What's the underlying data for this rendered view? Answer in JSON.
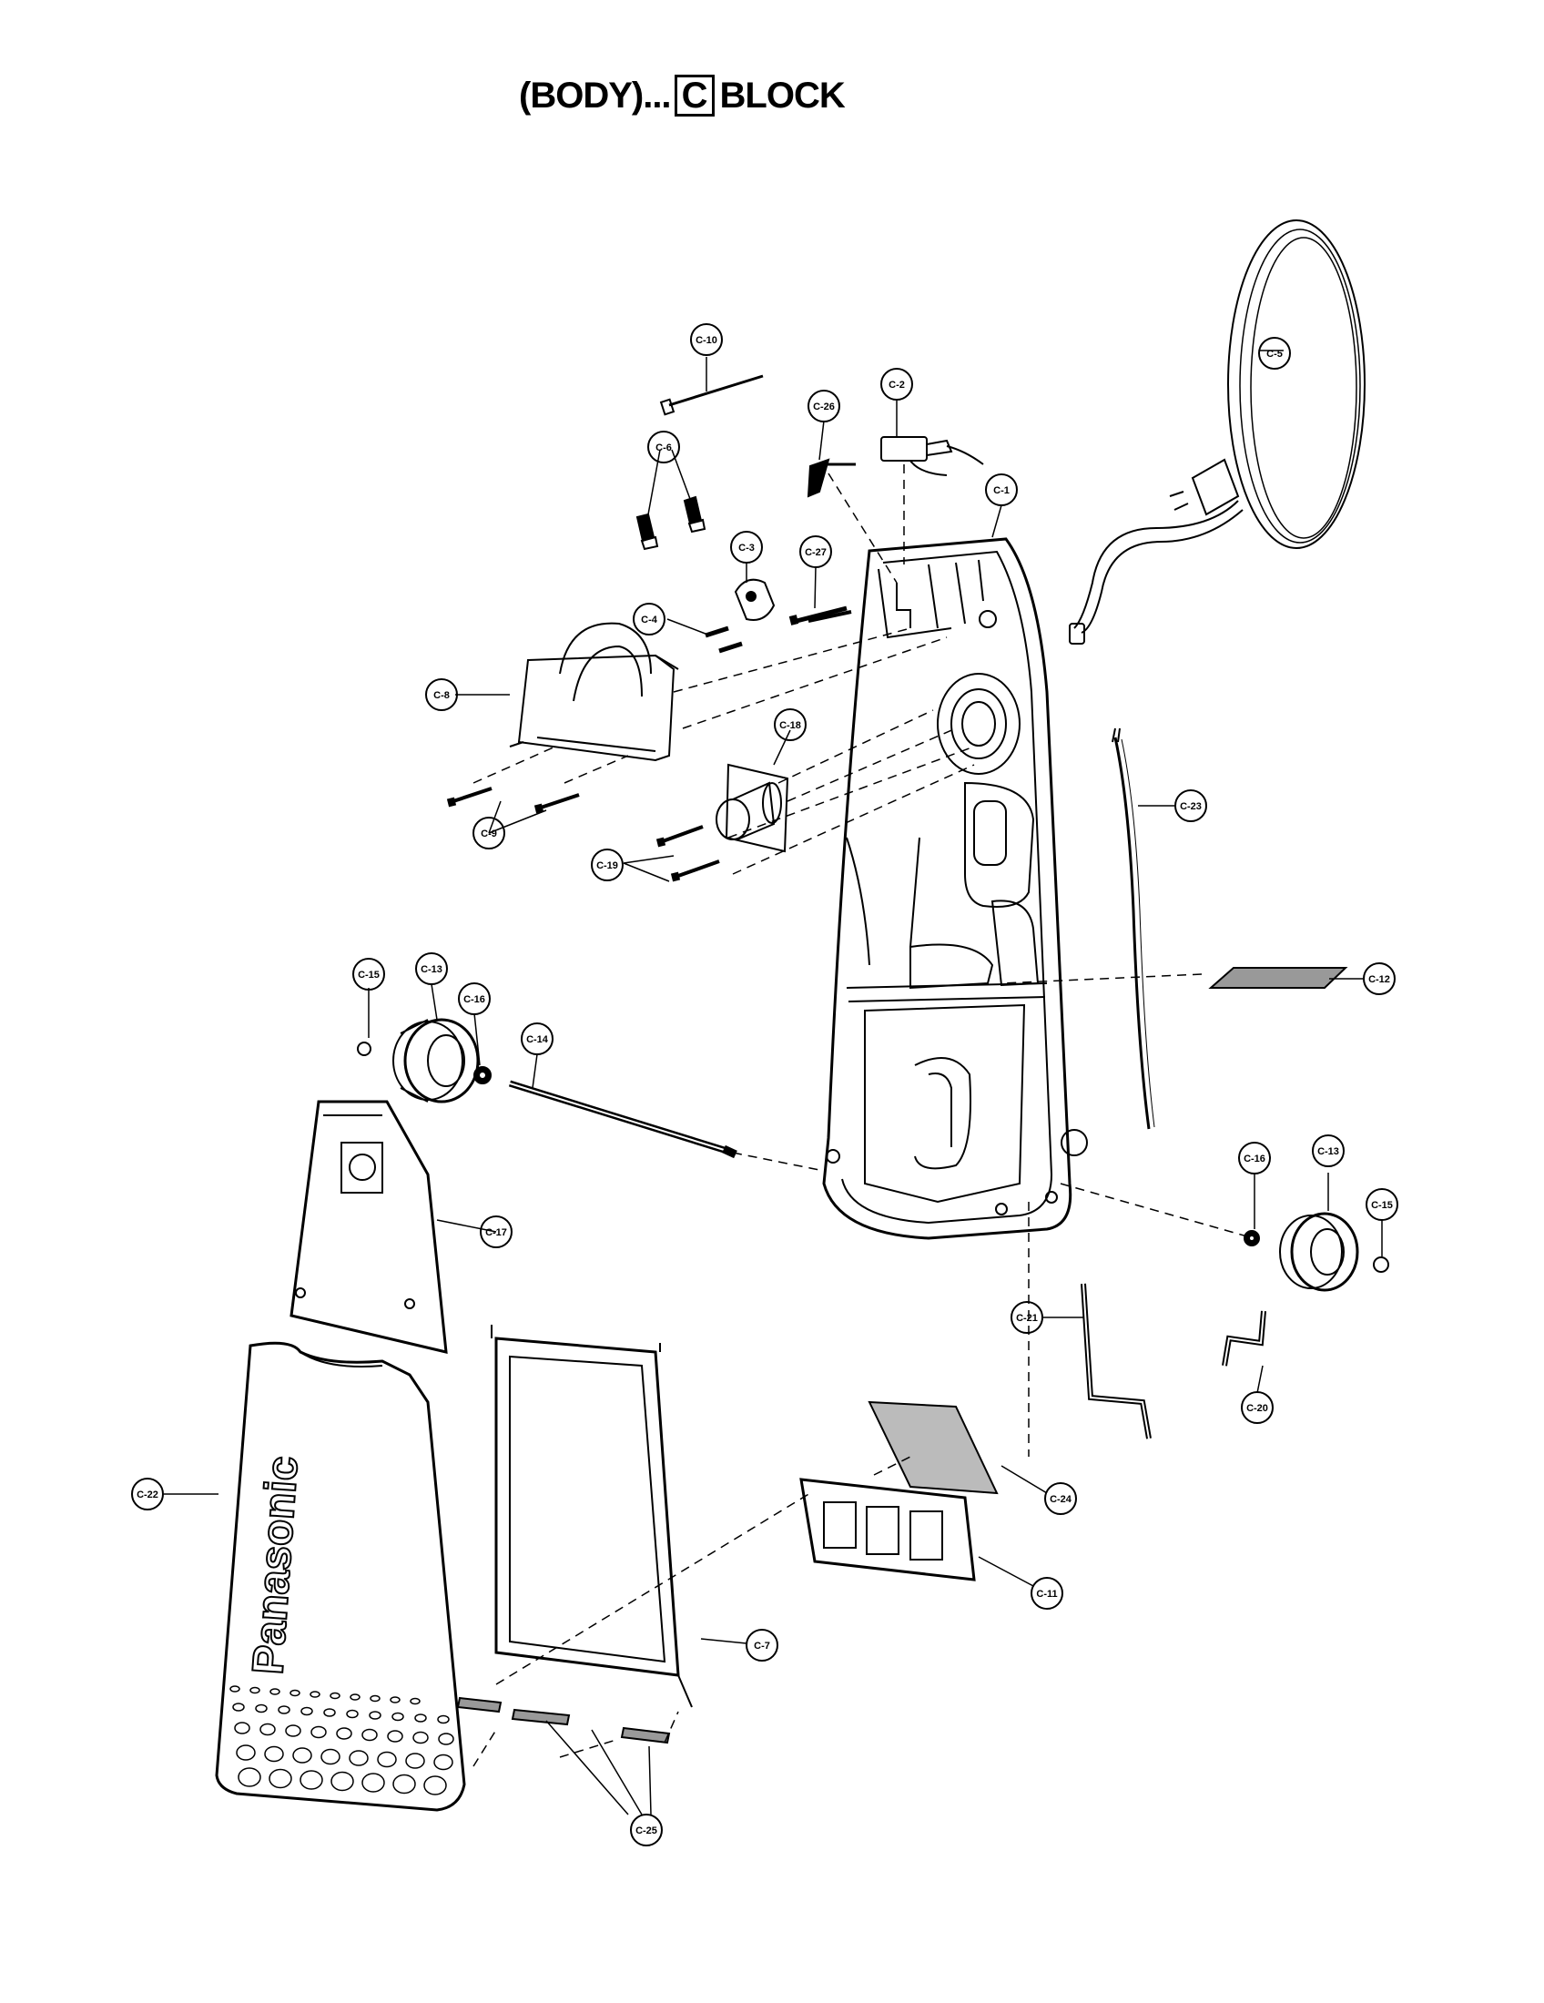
{
  "title": {
    "prefix": "(BODY)...",
    "block_letter": "C",
    "suffix": "BLOCK"
  },
  "brand_text": "Panasonic",
  "callouts": {
    "c1": "C-1",
    "c2": "C-2",
    "c3": "C-3",
    "c4": "C-4",
    "c5": "C-5",
    "c6": "C-6",
    "c7": "C-7",
    "c8": "C-8",
    "c9": "C-9",
    "c10": "C-10",
    "c11": "C-11",
    "c12": "C-12",
    "c13a": "C-13",
    "c13b": "C-13",
    "c14": "C-14",
    "c15a": "C-15",
    "c15b": "C-15",
    "c16a": "C-16",
    "c16b": "C-16",
    "c17": "C-17",
    "c18": "C-18",
    "c19": "C-19",
    "c20": "C-20",
    "c21": "C-21",
    "c22": "C-22",
    "c23": "C-23",
    "c24": "C-24",
    "c25": "C-25",
    "c26": "C-26",
    "c27": "C-27"
  }
}
